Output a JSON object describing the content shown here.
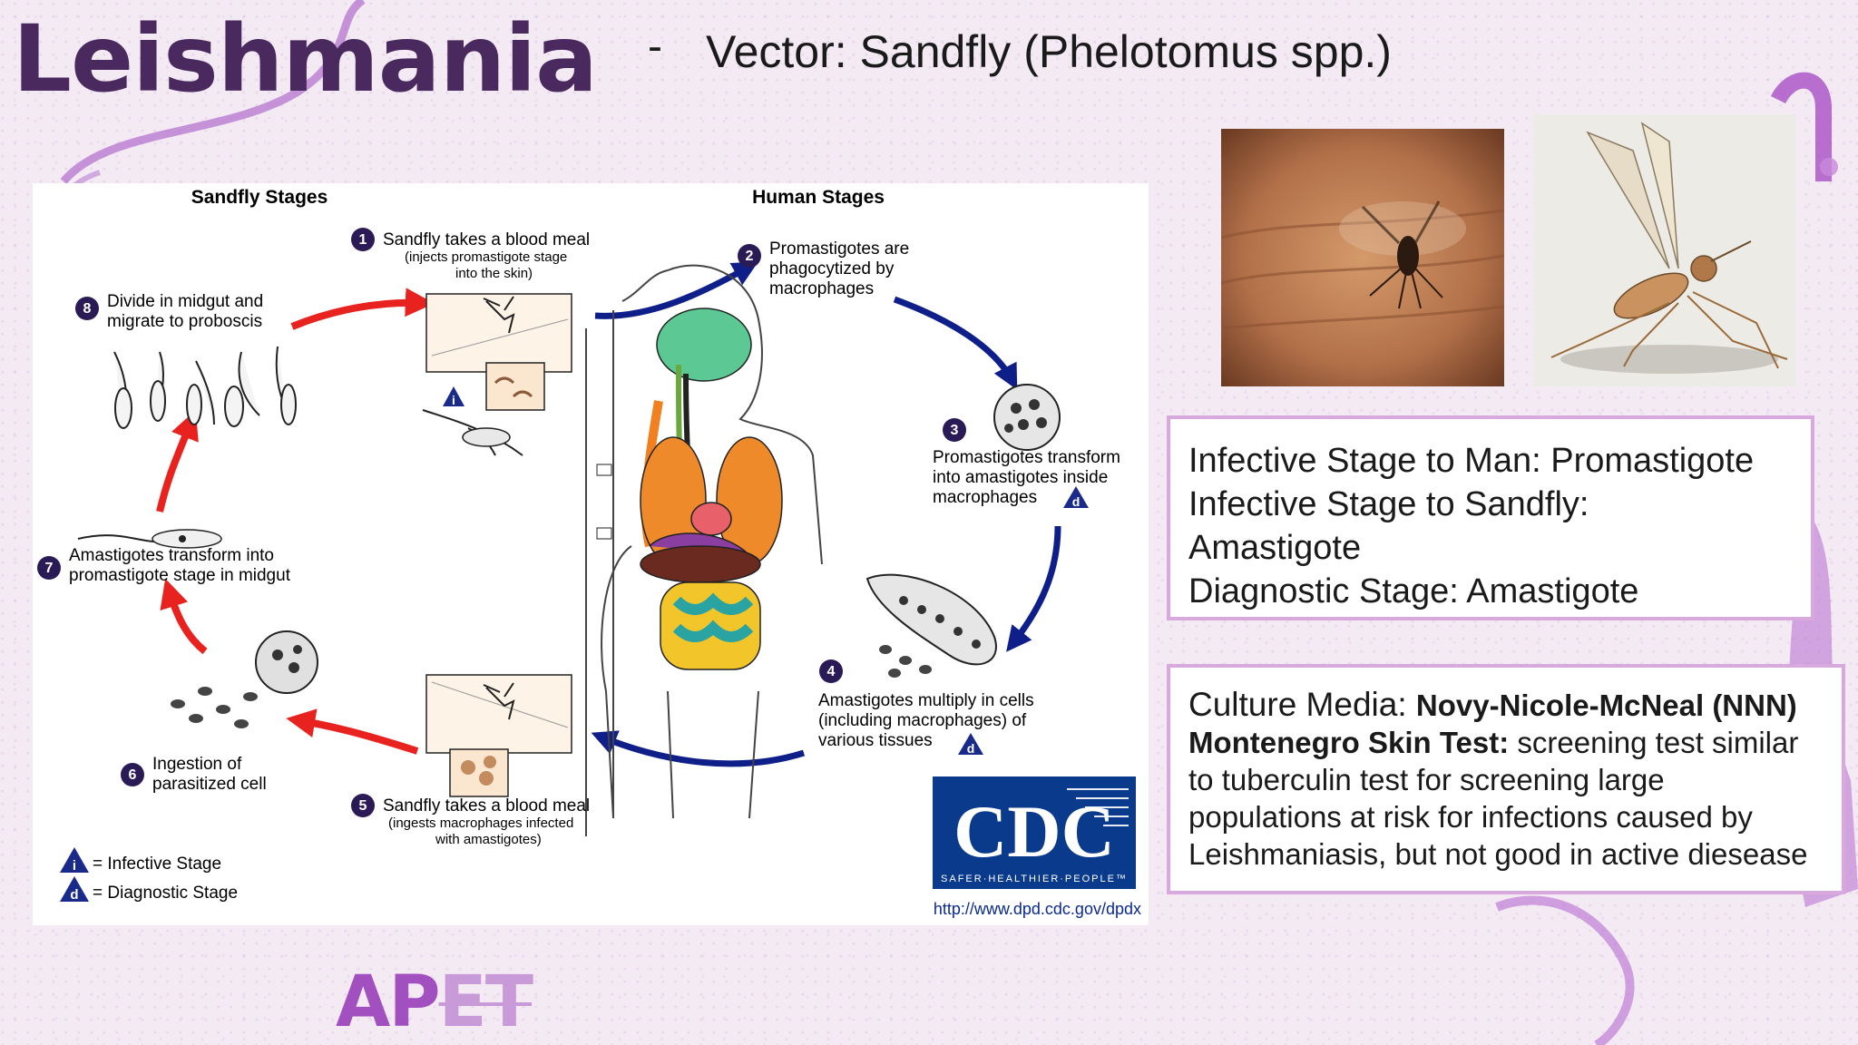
{
  "slide": {
    "title": "Leishmania",
    "bullet_marker": "-",
    "vector": "Vector: Sandfly (Phelotomus spp.)"
  },
  "diagram": {
    "sandfly_header": "Sandfly Stages",
    "human_header": "Human Stages",
    "steps": [
      {
        "num": "1",
        "l1": "Sandfly takes a blood meal",
        "l2": "(injects promastigote stage",
        "l3": "into the skin)"
      },
      {
        "num": "2",
        "l1": "Promastigotes are",
        "l2": "phagocytized by",
        "l3": "macrophages"
      },
      {
        "num": "3",
        "l1": "Promastigotes transform",
        "l2": "into amastigotes inside",
        "l3": "macrophages"
      },
      {
        "num": "4",
        "l1": "Amastigotes multiply in cells",
        "l2": "(including macrophages) of",
        "l3": "various tissues"
      },
      {
        "num": "5",
        "l1": "Sandfly takes a blood meal",
        "l2": "(ingests macrophages infected",
        "l3": "with amastigotes)"
      },
      {
        "num": "6",
        "l1": "Ingestion of",
        "l2": "parasitized cell"
      },
      {
        "num": "7",
        "l1": "Amastigotes transform into",
        "l2": "promastigote stage in midgut"
      },
      {
        "num": "8",
        "l1": "Divide in midgut and",
        "l2": "migrate to proboscis"
      }
    ],
    "legend": {
      "i_symbol": "i",
      "d_symbol": "d",
      "infective": "= Infective Stage",
      "diagnostic": "= Diagnostic Stage"
    },
    "cdc_logo": "CDC",
    "cdc_tagline": "SAFER·HEALTHIER·PEOPLE™",
    "cdc_url": "http://www.dpd.cdc.gov/dpdx"
  },
  "stages_box": {
    "lines": [
      "Infective Stage to Man: Promastigote",
      "Infective Stage to Sandfly:",
      "Amastigote",
      "Diagnostic Stage: Amastigote"
    ]
  },
  "culture_box": {
    "culture_label": "Culture Media: ",
    "culture_value": "Novy-Nicole-McNeal (NNN)",
    "montenegro_label": "Montenegro Skin Test:",
    "montenegro_text": " screening test similar to tuberculin test for screening large populations at risk for infections caused by Leishmaniasis, but not good in active diesease"
  },
  "logo": {
    "part1": "AP",
    "part2": "ET"
  },
  "colors": {
    "title": "#4a2a5e",
    "box_border": "#d8a9dd",
    "red_arrow": "#e8231f",
    "blue_arrow": "#0f1f8a",
    "cdc_blue": "#0a3a8c",
    "logo_purple": "#a24fc0"
  }
}
